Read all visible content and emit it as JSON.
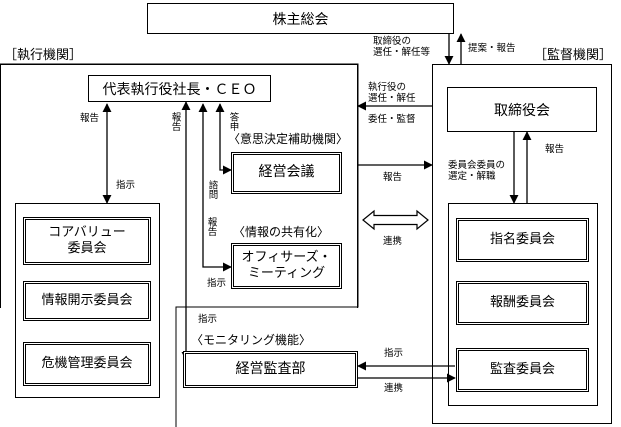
{
  "shareholders": "株主総会",
  "executive_label": "［執行機関］",
  "supervisory_label": "［監督機関］",
  "ceo": "代表執行役社長・ＣＥＯ",
  "board": "取締役会",
  "decision_support_label": "〈意思決定補助機関〉",
  "management_council": "経営会議",
  "info_sharing_label": "〈情報の共有化〉",
  "officers_meeting": [
    "オフィサーズ・",
    "ミーティング"
  ],
  "monitoring_label": "〈モニタリング機能〉",
  "audit_dept": "経営監査部",
  "left_committees": [
    [
      "コアバリュー",
      "委員会"
    ],
    [
      "情報開示委員会"
    ],
    [
      "危機管理委員会"
    ]
  ],
  "right_committees": [
    "指名委員会",
    "報酬委員会",
    "監査委員会"
  ],
  "labels": {
    "director_appoint": [
      "取締役の",
      "選任・解任等"
    ],
    "proposal_report": "提案・報告",
    "officer_appoint": [
      "執行役の",
      "選任・解任"
    ],
    "delegate_supervise": "委任・監督",
    "report": "報告",
    "instruct": "指示",
    "report_v": "報告",
    "report_ceo_v": "報告",
    "reply_v": "答申",
    "consult_v": "諮問",
    "report_offmeet_v": "報告",
    "instruct_offmeet": "指示",
    "report_mid": "報告",
    "coop_mid": "連携",
    "committee_select": [
      "委員会委員の",
      "選定・解職"
    ],
    "report_board": "報告",
    "instruct_audit": "指示",
    "instruct_dept": "指示",
    "coop_dept": "連携"
  }
}
